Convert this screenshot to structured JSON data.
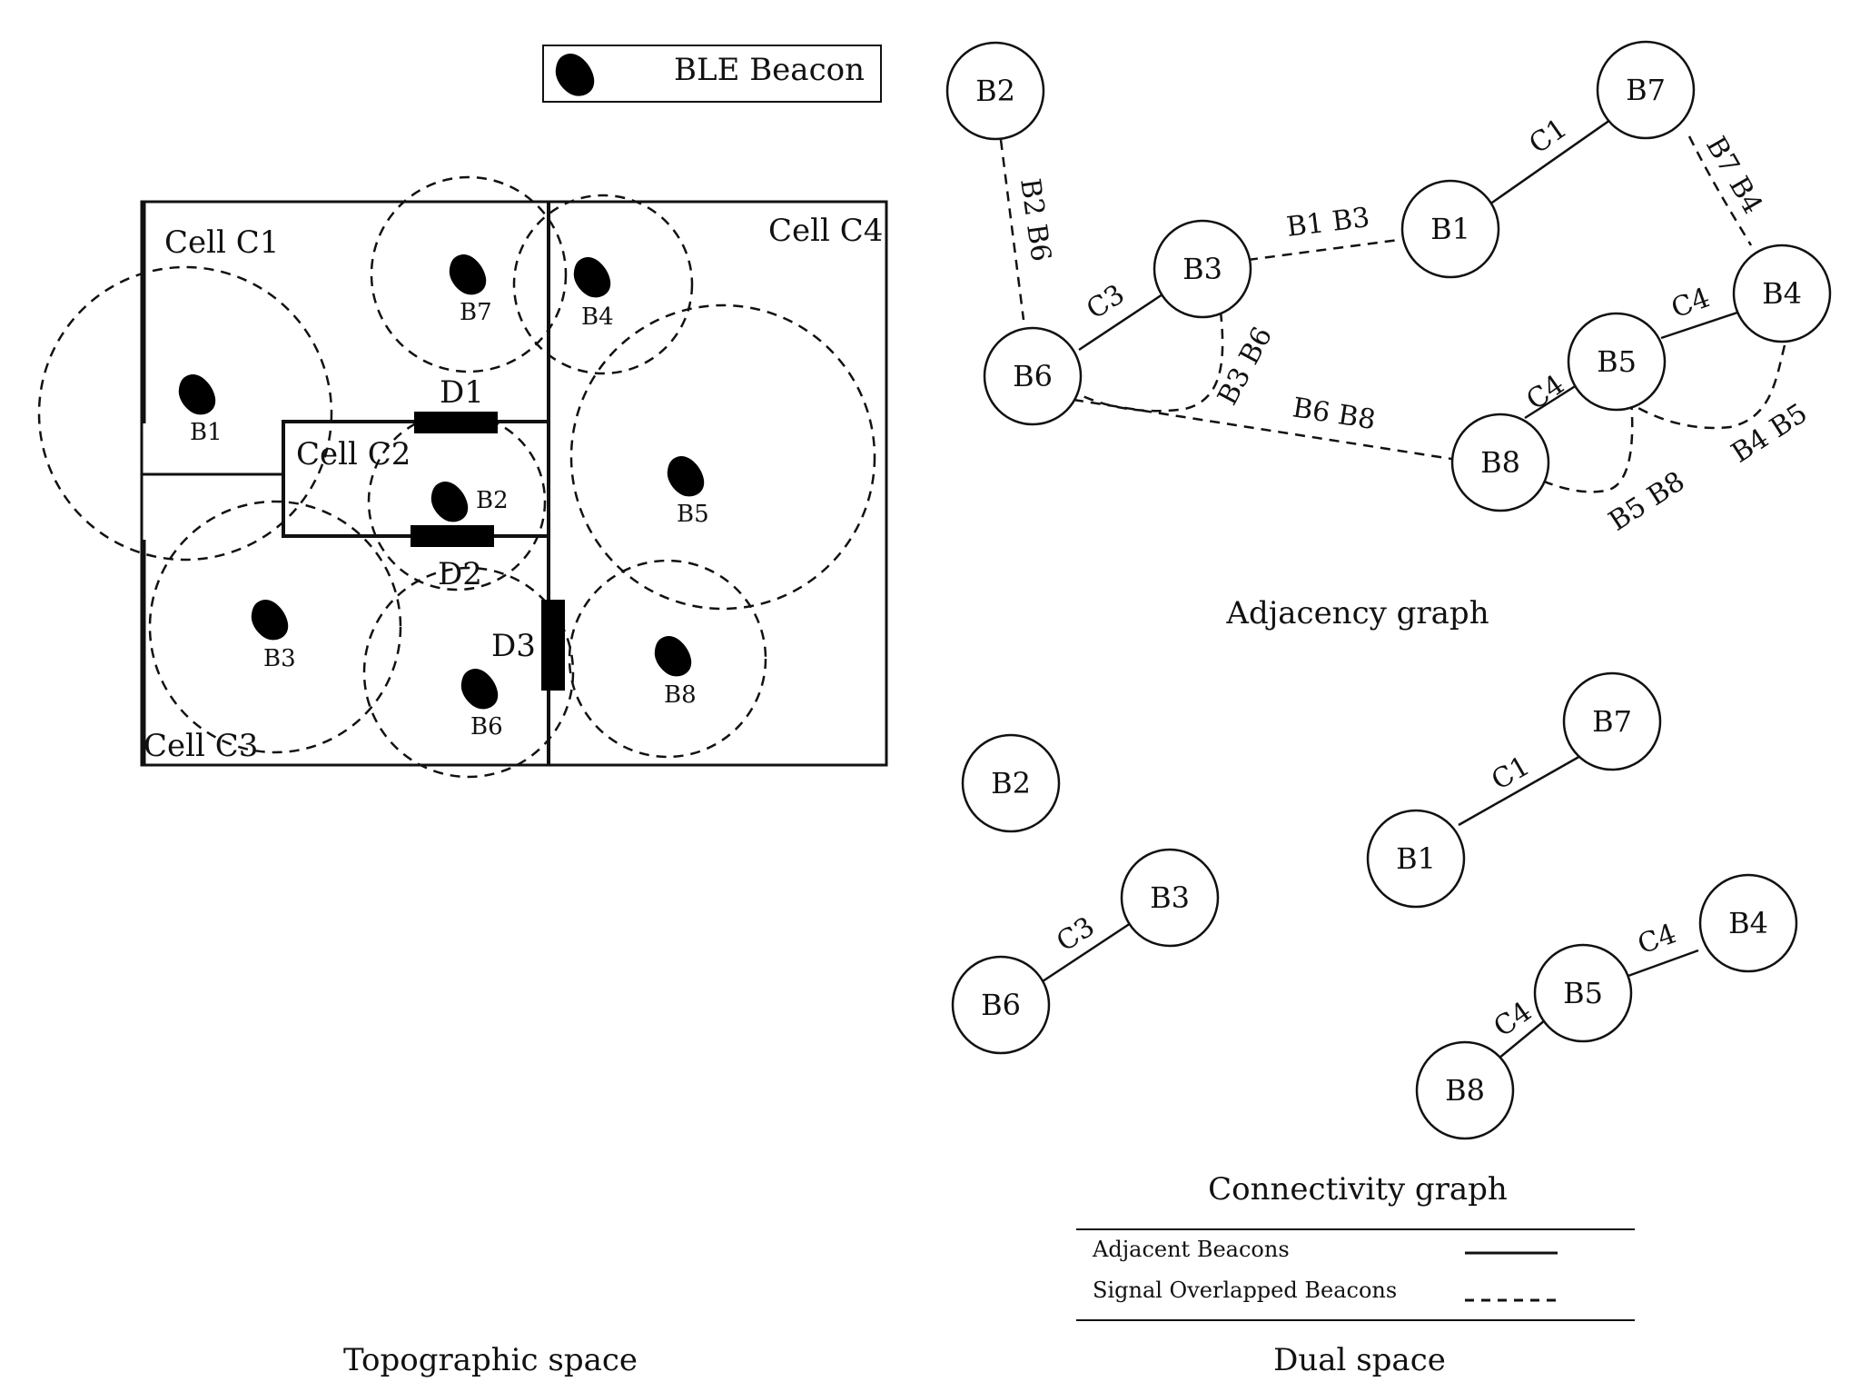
{
  "legend_top": {
    "label": "BLE Beacon",
    "icon": "ble-beacon-icon"
  },
  "topographic": {
    "caption": "Topographic space",
    "cells": [
      {
        "id": "c1",
        "label": "Cell C1"
      },
      {
        "id": "c2",
        "label": "Cell C2"
      },
      {
        "id": "c3",
        "label": "Cell C3"
      },
      {
        "id": "c4",
        "label": "Cell C4"
      }
    ],
    "doors": [
      {
        "id": "d1",
        "label": "D1"
      },
      {
        "id": "d2",
        "label": "D2"
      },
      {
        "id": "d3",
        "label": "D3"
      }
    ],
    "beacons": [
      {
        "id": "b1",
        "label": "B1"
      },
      {
        "id": "b2",
        "label": "B2"
      },
      {
        "id": "b3",
        "label": "B3"
      },
      {
        "id": "b4",
        "label": "B4"
      },
      {
        "id": "b5",
        "label": "B5"
      },
      {
        "id": "b6",
        "label": "B6"
      },
      {
        "id": "b7",
        "label": "B7"
      },
      {
        "id": "b8",
        "label": "B8"
      }
    ]
  },
  "adjacency": {
    "caption": "Adjacency graph",
    "nodes": [
      {
        "id": "B2",
        "label": "B2"
      },
      {
        "id": "B7",
        "label": "B7"
      },
      {
        "id": "B1",
        "label": "B1"
      },
      {
        "id": "B3",
        "label": "B3"
      },
      {
        "id": "B4",
        "label": "B4"
      },
      {
        "id": "B5",
        "label": "B5"
      },
      {
        "id": "B6",
        "label": "B6"
      },
      {
        "id": "B8",
        "label": "B8"
      }
    ],
    "solid_edges": [
      {
        "from": "B1",
        "to": "B7",
        "label": "C1"
      },
      {
        "from": "B6",
        "to": "B3",
        "label": "C3"
      },
      {
        "from": "B5",
        "to": "B4",
        "label": "C4"
      },
      {
        "from": "B8",
        "to": "B5",
        "label": "C4"
      }
    ],
    "dashed_edges": [
      {
        "from": "B2",
        "to": "B6",
        "label": "B2 B6"
      },
      {
        "from": "B3",
        "to": "B1",
        "label": "B1 B3"
      },
      {
        "from": "B7",
        "to": "B4",
        "label": "B7 B4"
      },
      {
        "from": "B3",
        "to": "B6",
        "label": "B3 B6"
      },
      {
        "from": "B6",
        "to": "B8",
        "label": "B6 B8"
      },
      {
        "from": "B4",
        "to": "B5",
        "label": "B4 B5"
      },
      {
        "from": "B5",
        "to": "B8",
        "label": "B5 B8"
      }
    ]
  },
  "connectivity": {
    "caption": "Connectivity graph",
    "nodes": [
      {
        "id": "B2",
        "label": "B2"
      },
      {
        "id": "B7",
        "label": "B7"
      },
      {
        "id": "B1",
        "label": "B1"
      },
      {
        "id": "B3",
        "label": "B3"
      },
      {
        "id": "B6",
        "label": "B6"
      },
      {
        "id": "B4",
        "label": "B4"
      },
      {
        "id": "B5",
        "label": "B5"
      },
      {
        "id": "B8",
        "label": "B8"
      }
    ],
    "edges": [
      {
        "from": "B1",
        "to": "B7",
        "label": "C1"
      },
      {
        "from": "B6",
        "to": "B3",
        "label": "C3"
      },
      {
        "from": "B5",
        "to": "B4",
        "label": "C4"
      },
      {
        "from": "B8",
        "to": "B5",
        "label": "C4"
      }
    ]
  },
  "legend_bottom": {
    "adjacent": "Adjacent Beacons",
    "overlapped": "Signal Overlapped Beacons"
  },
  "dual_caption": "Dual space"
}
